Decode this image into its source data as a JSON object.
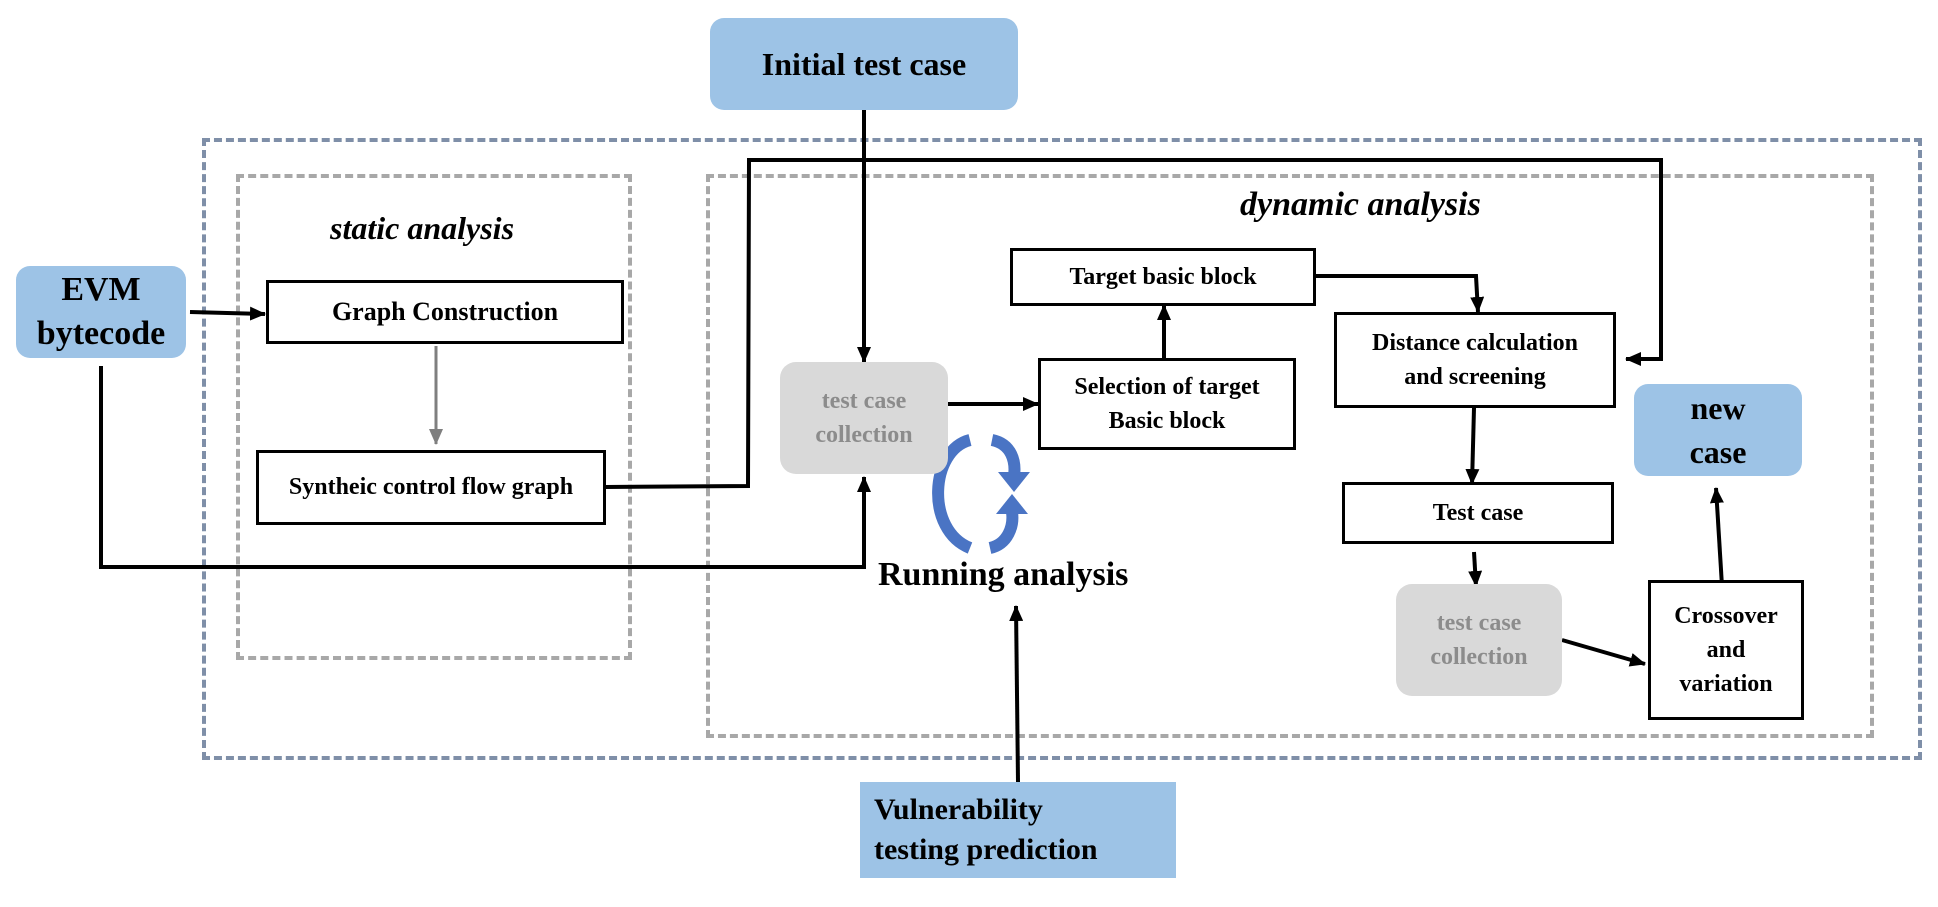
{
  "initial_test_case": "Initial test case",
  "evm_bytecode": [
    "EVM",
    "bytecode"
  ],
  "static_analysis": {
    "title": "static analysis",
    "graph_construction": "Graph Construction",
    "synthetic_cfg": "Syntheic control flow graph"
  },
  "dynamic_analysis": {
    "title": "dynamic analysis",
    "target_basic_block": "Target basic block",
    "selection_of_target": [
      "Selection of target",
      "Basic block"
    ],
    "distance_calculation": [
      "Distance calculation",
      "and screening"
    ],
    "test_case": "Test case",
    "crossover": [
      "Crossover",
      "and",
      "variation"
    ],
    "test_case_collection_1": [
      "test case",
      "collection"
    ],
    "test_case_collection_2": [
      "test case",
      "collection"
    ],
    "new_case": [
      "new",
      "case"
    ]
  },
  "running_analysis": "Running analysis",
  "vulnerability_prediction": [
    "Vulnerability",
    "testing prediction"
  ],
  "colors": {
    "blue_fill": "#9dc3e6",
    "grey_fill": "#d9d9d9",
    "grey_text": "#8c8c8c",
    "outer_dash": "#7f8fa8",
    "inner_dash": "#a8a8a8",
    "cycle_arrow": "#4a74c4"
  }
}
